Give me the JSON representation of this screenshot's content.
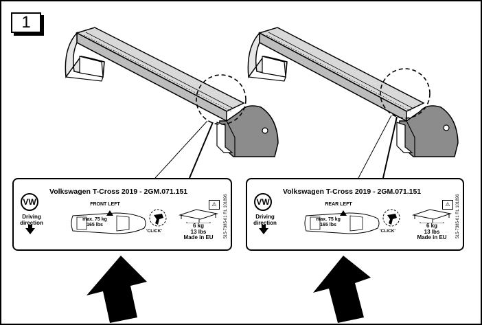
{
  "step": {
    "number": "1"
  },
  "labels": [
    {
      "title": "Volkswagen T-Cross 2019 - 2GM.071.151",
      "logo": "VW",
      "driving": "Driving direction",
      "position": "FRONT LEFT",
      "load_kg": "max. 75 kg",
      "load_lbs": "165 lbs",
      "click": "'CLICK'",
      "weight_kg": "6 kg",
      "weight_lbs": "13 lbs",
      "made_in": "Made in EU",
      "code": "515-7385-01 RL 101896"
    },
    {
      "title": "Volkswagen T-Cross 2019 - 2GM.071.151",
      "logo": "VW",
      "driving": "Driving direction",
      "position": "REAR LEFT",
      "load_kg": "max. 75 kg",
      "load_lbs": "165 lbs",
      "click": "'CLICK'",
      "weight_kg": "6 kg",
      "weight_lbs": "13 lbs",
      "made_in": "Made in EU",
      "code": "515-7385-01 RL 101896"
    }
  ],
  "icons": [
    "vw-logo-icon",
    "down-arrow-icon",
    "car-top-view-icon",
    "click-hand-icon",
    "roof-rack-icon",
    "warning-book-icon",
    "big-up-arrow-icon"
  ]
}
